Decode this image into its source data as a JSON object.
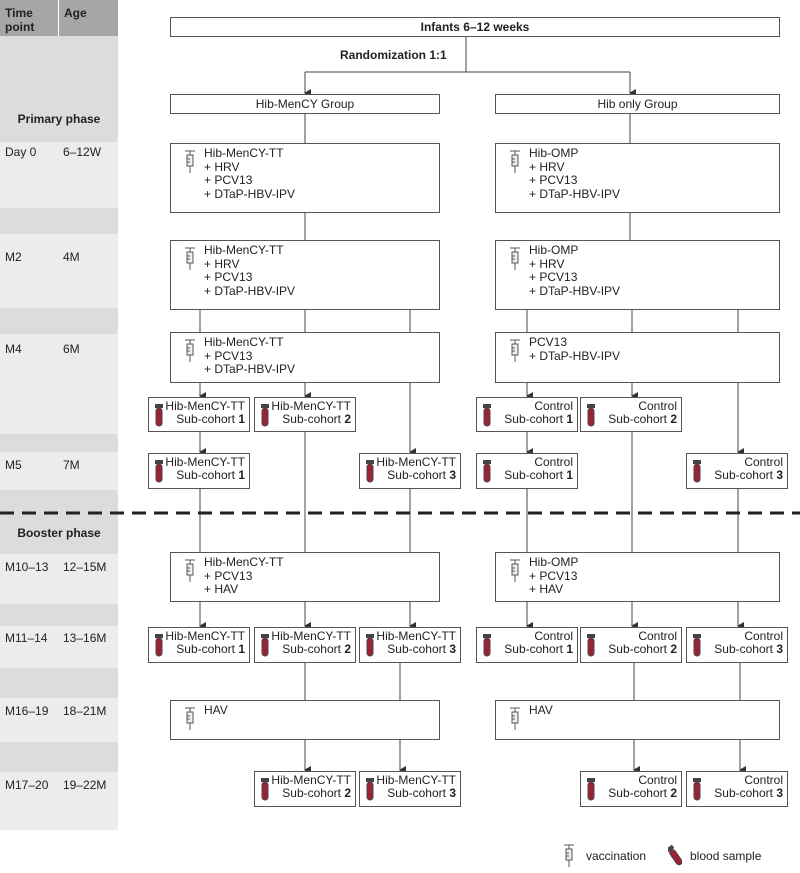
{
  "headers": {
    "time_point": "Time point",
    "age": "Age"
  },
  "phases": {
    "primary": "Primary phase",
    "booster": "Booster phase"
  },
  "rows": [
    {
      "time": "Day 0",
      "age": "6–12W"
    },
    {
      "time": "M2",
      "age": "4M"
    },
    {
      "time": "M4",
      "age": "6M"
    },
    {
      "time": "M5",
      "age": "7M"
    },
    {
      "time": "M10–13",
      "age": "12–15M"
    },
    {
      "time": "M11–14",
      "age": "13–16M"
    },
    {
      "time": "M16–19",
      "age": "18–21M"
    },
    {
      "time": "M17–20",
      "age": "19–22M"
    }
  ],
  "top": {
    "enrollment": "Infants 6–12 weeks",
    "randomization": "Randomization 1:1"
  },
  "groups": {
    "left": "Hib-MenCY Group",
    "right": "Hib only Group"
  },
  "vaccinations": {
    "left_day0": [
      "Hib-MenCY-TT",
      "+ HRV",
      "+ PCV13",
      "+ DTaP-HBV-IPV"
    ],
    "right_day0": [
      "Hib-OMP",
      "+ HRV",
      "+ PCV13",
      "+ DTaP-HBV-IPV"
    ],
    "left_m2": [
      "Hib-MenCY-TT",
      "+ HRV",
      "+ PCV13",
      "+ DTaP-HBV-IPV"
    ],
    "right_m2": [
      "Hib-OMP",
      "+ HRV",
      "+ PCV13",
      "+ DTaP-HBV-IPV"
    ],
    "left_m4": [
      "Hib-MenCY-TT",
      "+ PCV13",
      "+ DTaP-HBV-IPV"
    ],
    "right_m4": [
      "PCV13",
      "+ DTaP-HBV-IPV"
    ],
    "left_m10": [
      "Hib-MenCY-TT",
      "+ PCV13",
      "+ HAV"
    ],
    "right_m10": [
      "Hib-OMP",
      "+ PCV13",
      "+ HAV"
    ],
    "left_m16": [
      "HAV"
    ],
    "right_m16": [
      "HAV"
    ]
  },
  "subcohorts": {
    "left_name": "Hib-MenCY-TT",
    "right_name": "Control",
    "prefix": "Sub-cohort ",
    "n1": "1",
    "n2": "2",
    "n3": "3"
  },
  "legend": {
    "vaccination": "vaccination",
    "blood": "blood sample"
  },
  "colors": {
    "header": "#a6a6a6",
    "band_dark": "#dcdcdc",
    "band_light": "#ececec",
    "tube": "#9b2335"
  }
}
